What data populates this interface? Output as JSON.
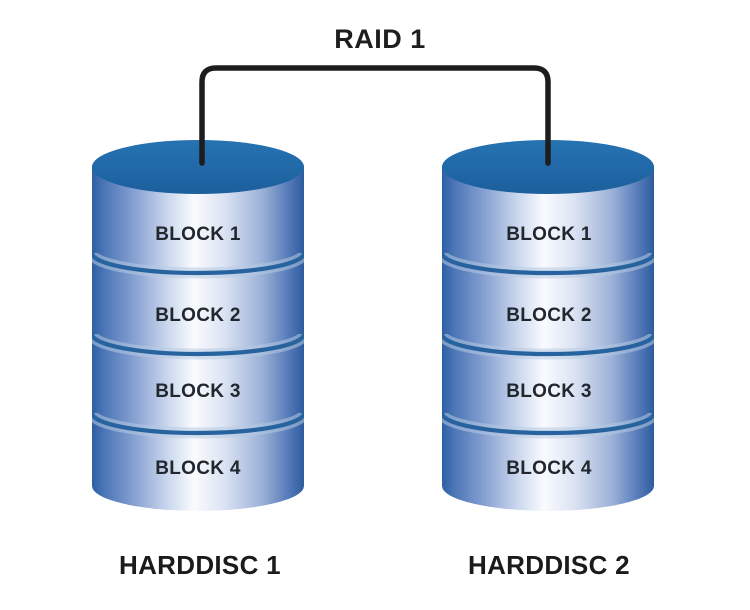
{
  "title": "RAID 1",
  "disks": [
    {
      "name": "HARDDISC 1",
      "blocks": [
        "BLOCK 1",
        "BLOCK 2",
        "BLOCK 3",
        "BLOCK 4"
      ]
    },
    {
      "name": "HARDDISC 2",
      "blocks": [
        "BLOCK 1",
        "BLOCK 2",
        "BLOCK 3",
        "BLOCK 4"
      ]
    }
  ],
  "colors": {
    "background": "#ffffff",
    "cap_top": "#2673b2",
    "cap_bottom": "#1c5f9d",
    "body_gradient": [
      "#2c5fa4",
      "#4d77b7",
      "#7e9ace",
      "#ccd8ee",
      "#f9fbfe",
      "#dce4f3",
      "#9db2d8",
      "#5479b8",
      "#2c5c9e"
    ],
    "separator_line": "#27639e",
    "separator_halo": "#b7cbe2",
    "connector_line": "#1d1d1d",
    "block_text": "#22272e",
    "label_text": "#1b1b1b",
    "title_text": "#1e1e1e"
  }
}
